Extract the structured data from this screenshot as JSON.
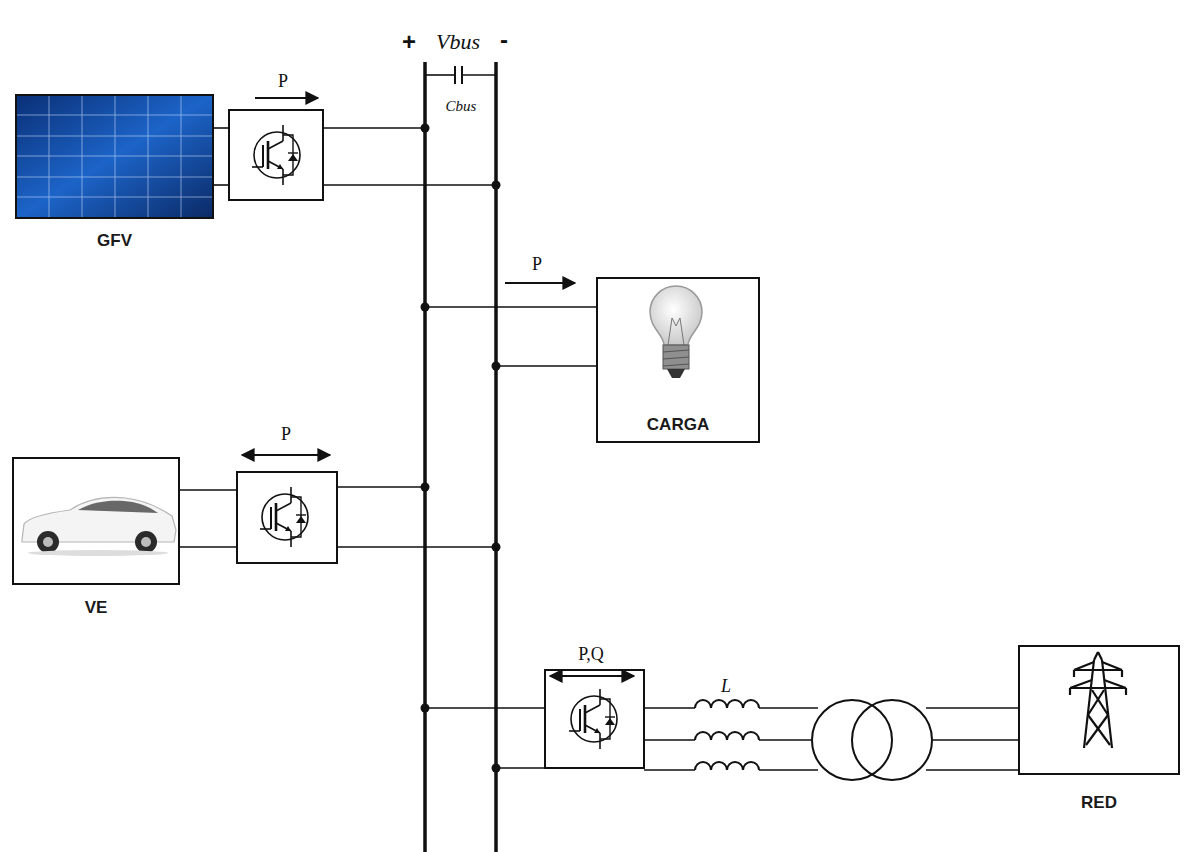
{
  "diagram": {
    "nodes": [
      {
        "text": [
          "GFV"
        ]
      },
      {
        "text": [
          "CARGA"
        ]
      },
      {
        "text": [
          "VE"
        ]
      },
      {
        "text": [
          "RED"
        ]
      }
    ],
    "labels": [
      "+",
      "Vbus",
      "-",
      "Cbus",
      "P",
      "P",
      "P",
      "P,Q",
      "L"
    ]
  }
}
